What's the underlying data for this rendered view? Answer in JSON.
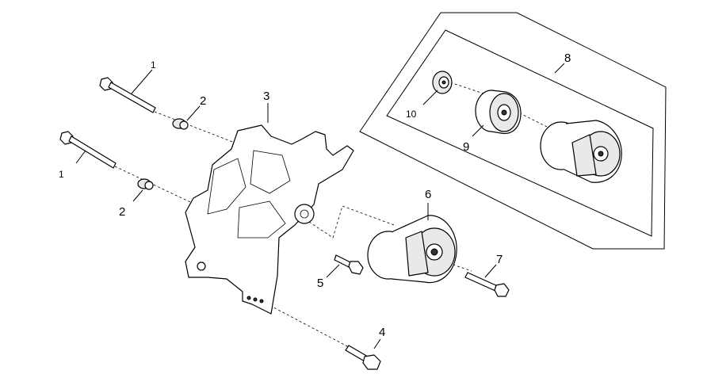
{
  "diagram": {
    "callouts": [
      {
        "id": "bolt-top",
        "label": "1"
      },
      {
        "id": "bolt-left",
        "label": "1"
      },
      {
        "id": "bushing-top",
        "label": "2"
      },
      {
        "id": "bushing-left",
        "label": "2"
      },
      {
        "id": "bracket",
        "label": "3"
      },
      {
        "id": "bolt-bottom",
        "label": "4"
      },
      {
        "id": "bolt-small",
        "label": "5"
      },
      {
        "id": "tensioner",
        "label": "6"
      },
      {
        "id": "bolt-right",
        "label": "7"
      },
      {
        "id": "kit",
        "label": "8"
      },
      {
        "id": "pulley",
        "label": "9"
      },
      {
        "id": "cap",
        "label": "10"
      }
    ]
  }
}
